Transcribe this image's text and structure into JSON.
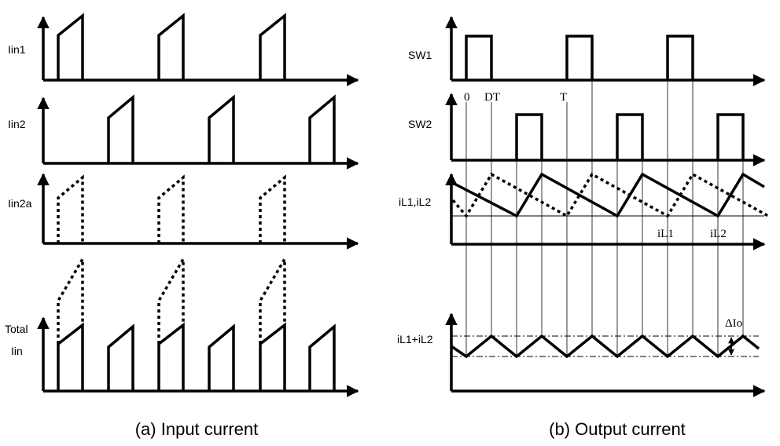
{
  "left_panel": {
    "labels": {
      "iin1": "Iin1",
      "iin2": "Iin2",
      "iin2a": "Iin2a",
      "total_line1": "Total",
      "total_line2": "Iin"
    },
    "caption": "(a) Input current"
  },
  "right_panel": {
    "labels": {
      "sw1": "SW1",
      "sw2": "SW2",
      "il1_il2": "iL1,iL2",
      "il1_plus_il2": "iL1+iL2"
    },
    "markers": {
      "zero": "0",
      "dt": "DT",
      "t": "T",
      "il1": "iL1",
      "il2": "iL2",
      "delta_io": "ΔIo"
    },
    "caption": "(b) Output current"
  },
  "colors": {
    "ink": "#000000",
    "background": "#ffffff"
  }
}
